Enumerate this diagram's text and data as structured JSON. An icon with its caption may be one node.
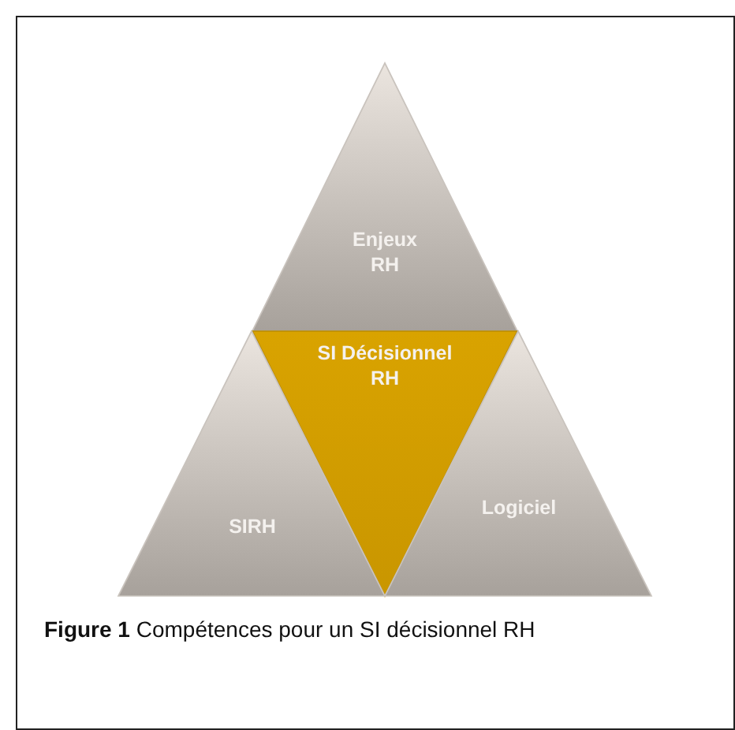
{
  "diagram": {
    "caption": "**Figure 1** Compétences pour un SI décisionnel RH",
    "nodes": [
      {
        "text": [
          "Enjeux RH"
        ]
      },
      {
        "text": [
          "SI Décisionnel RH"
        ]
      },
      {
        "text": [
          "SIRH"
        ]
      },
      {
        "text": [
          "Logiciel"
        ]
      }
    ]
  }
}
